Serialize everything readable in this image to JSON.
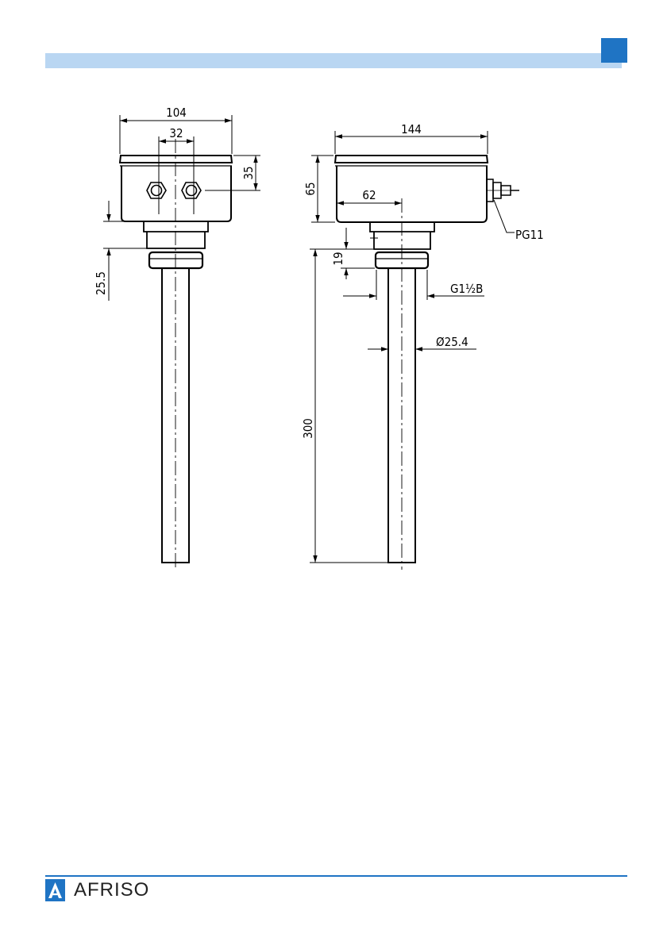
{
  "header": {
    "accent_color": "#1f74c4",
    "bar_color": "#b9d6f2"
  },
  "drawing": {
    "front_view": {
      "width_total": "104",
      "cable_gland_spacing": "32",
      "gland_height": "35",
      "thread_offset": "25.5"
    },
    "side_view": {
      "length_total": "144",
      "housing_height": "65",
      "axis_offset": "62",
      "cable_gland_label": "PG11",
      "thread_length": "19",
      "thread_label": "G1½B",
      "tube_diameter": "Ø25.4",
      "tube_length": "300"
    }
  },
  "footer": {
    "brand": "AFRISO",
    "logo_icon": "afriso-triangle-logo"
  }
}
